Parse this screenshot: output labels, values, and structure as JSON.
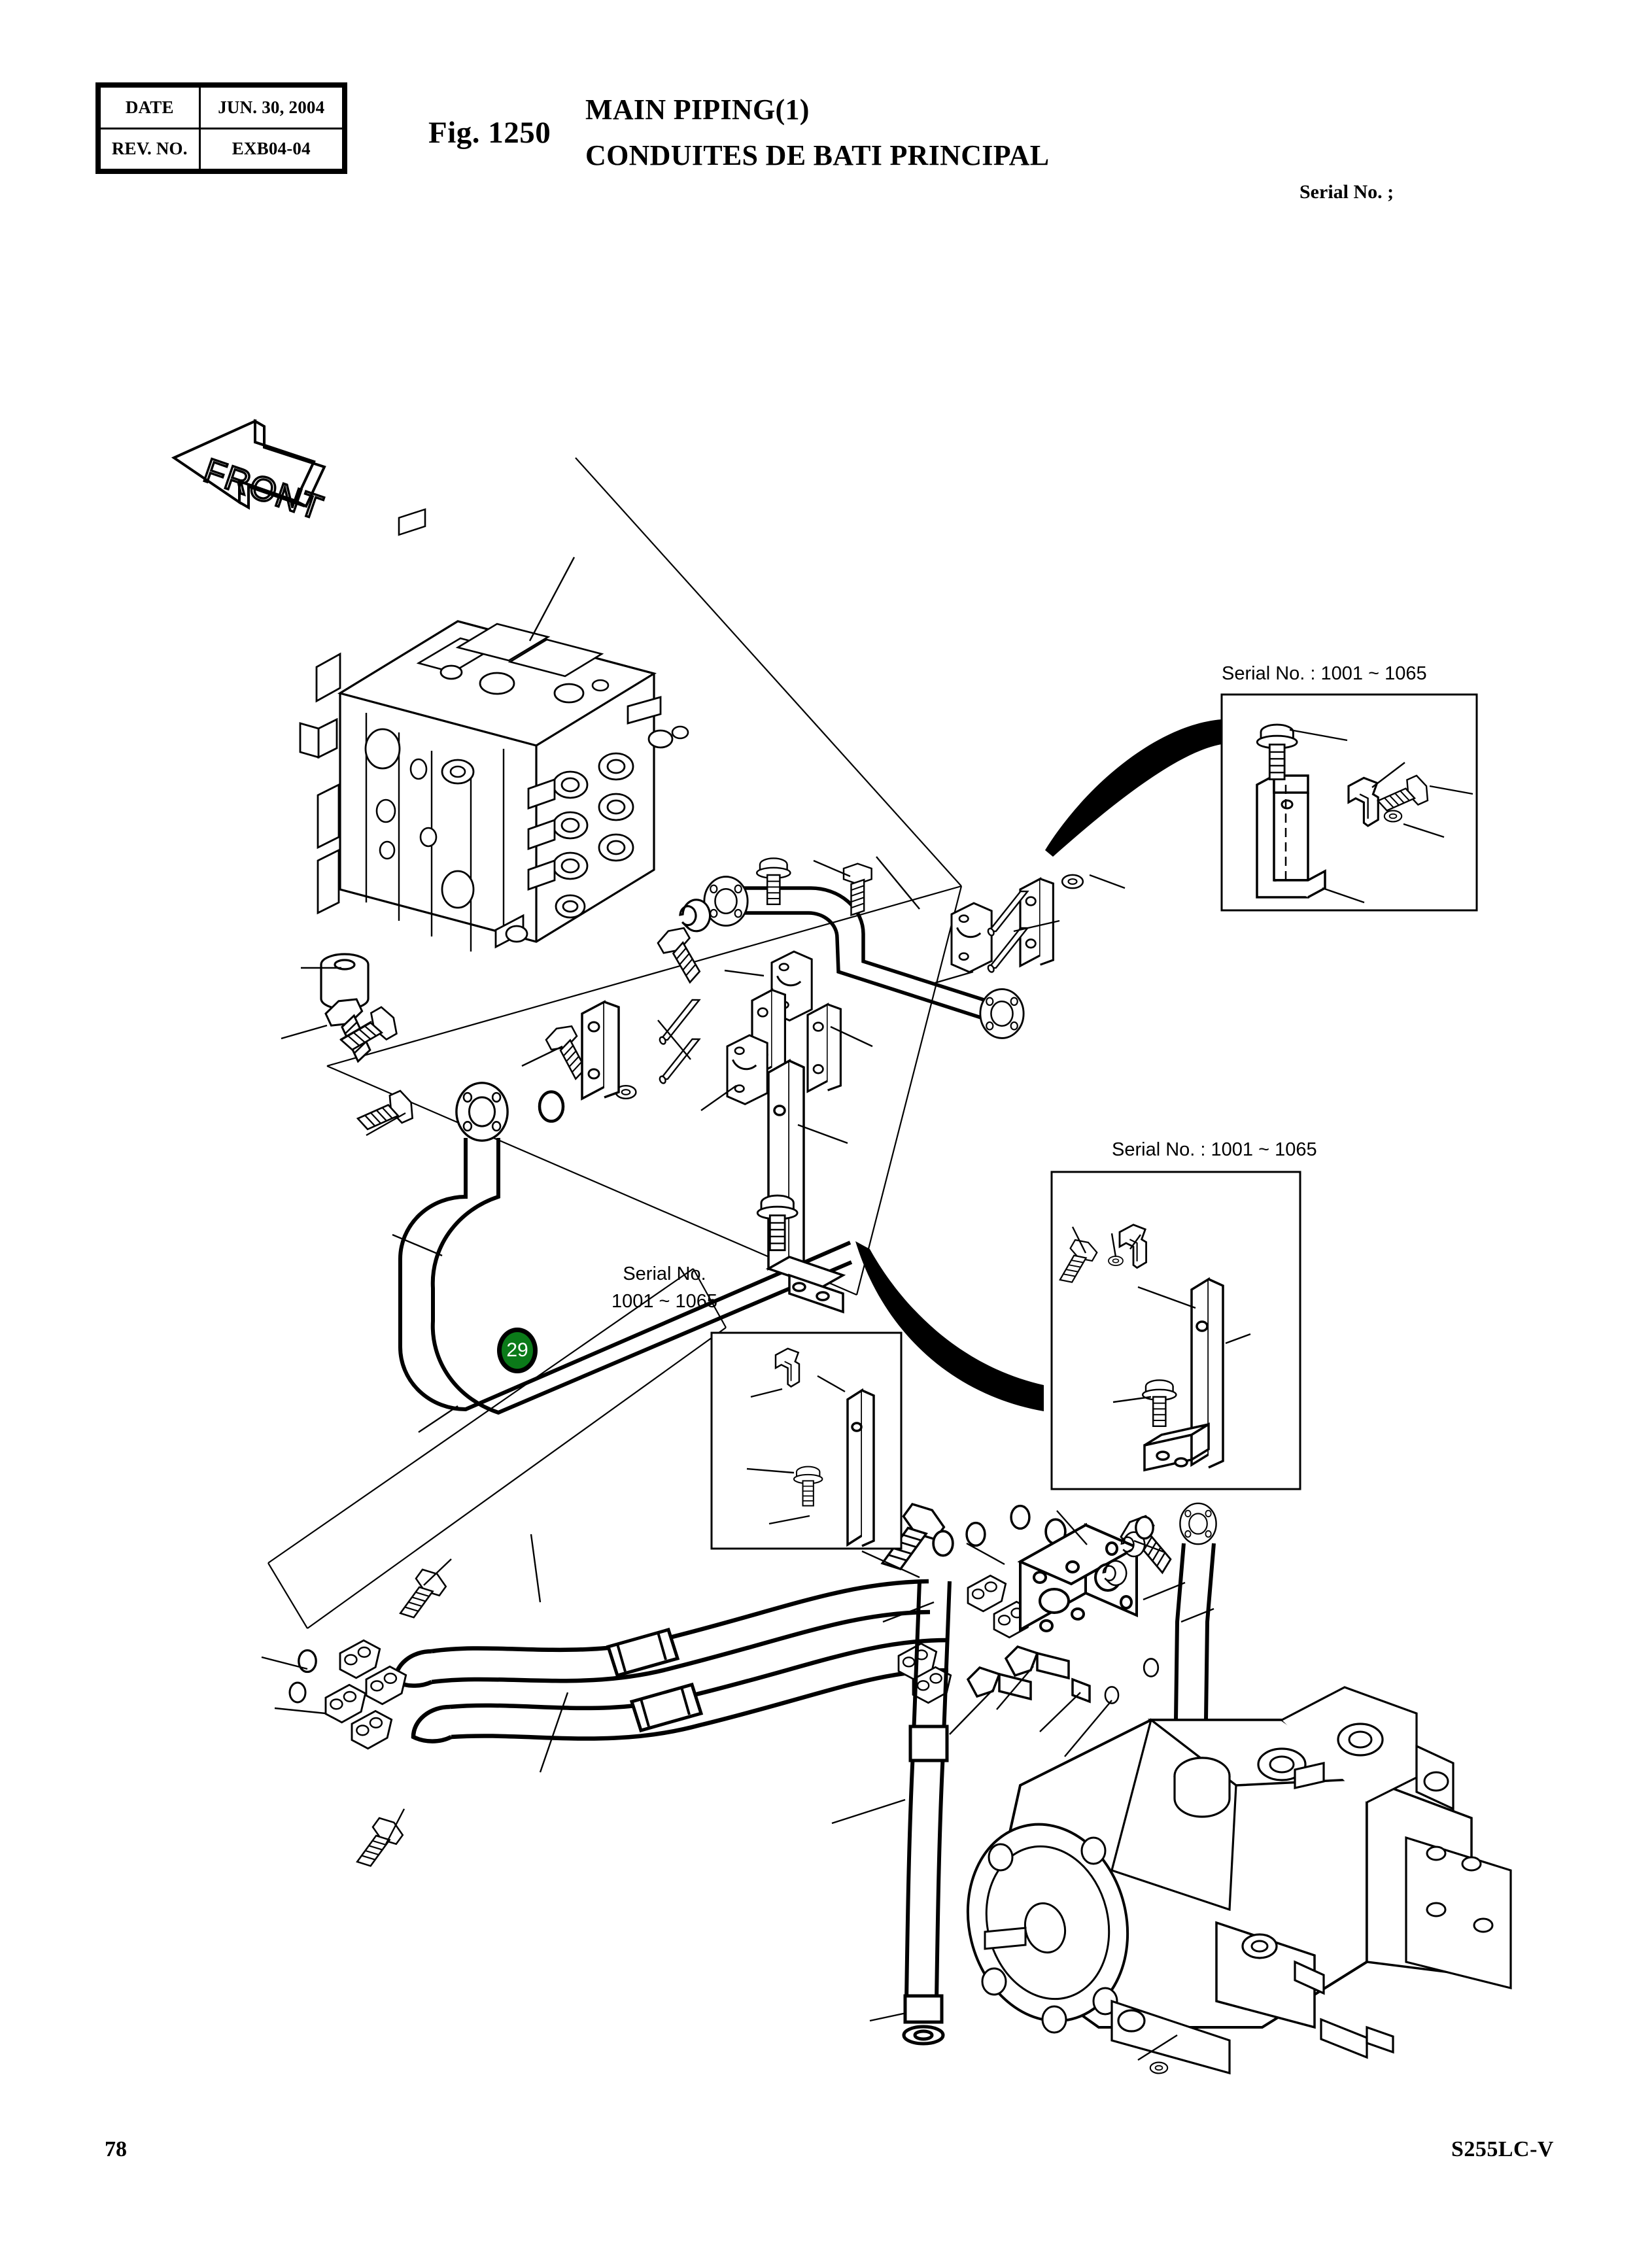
{
  "header": {
    "table": {
      "rows": [
        {
          "key": "DATE",
          "value": "JUN. 30, 2004"
        },
        {
          "key": "REV. NO.",
          "value": "EXB04-04"
        }
      ]
    },
    "fig_number": "Fig. 1250",
    "title_en": "MAIN PIPING(1)",
    "title_fr": "CONDUITES DE BATI PRINCIPAL",
    "serial_label": "Serial No. ;"
  },
  "footer": {
    "page_number": "78",
    "model": "S255LC-V"
  },
  "drawing": {
    "front_arrow_label": "FRONT",
    "callouts": [
      {
        "id": "inset-top-right",
        "text": "Serial No. : 1001 ~ 1065"
      },
      {
        "id": "inset-middle-right",
        "text": "Serial No. : 1001 ~ 1065"
      },
      {
        "id": "inset-bottom-left-line1",
        "text": "Serial No."
      },
      {
        "id": "inset-bottom-left-line2",
        "text": "1001 ~ 1065"
      }
    ],
    "item_badges": [
      {
        "number": "29",
        "color": "#0b7a19"
      }
    ]
  }
}
